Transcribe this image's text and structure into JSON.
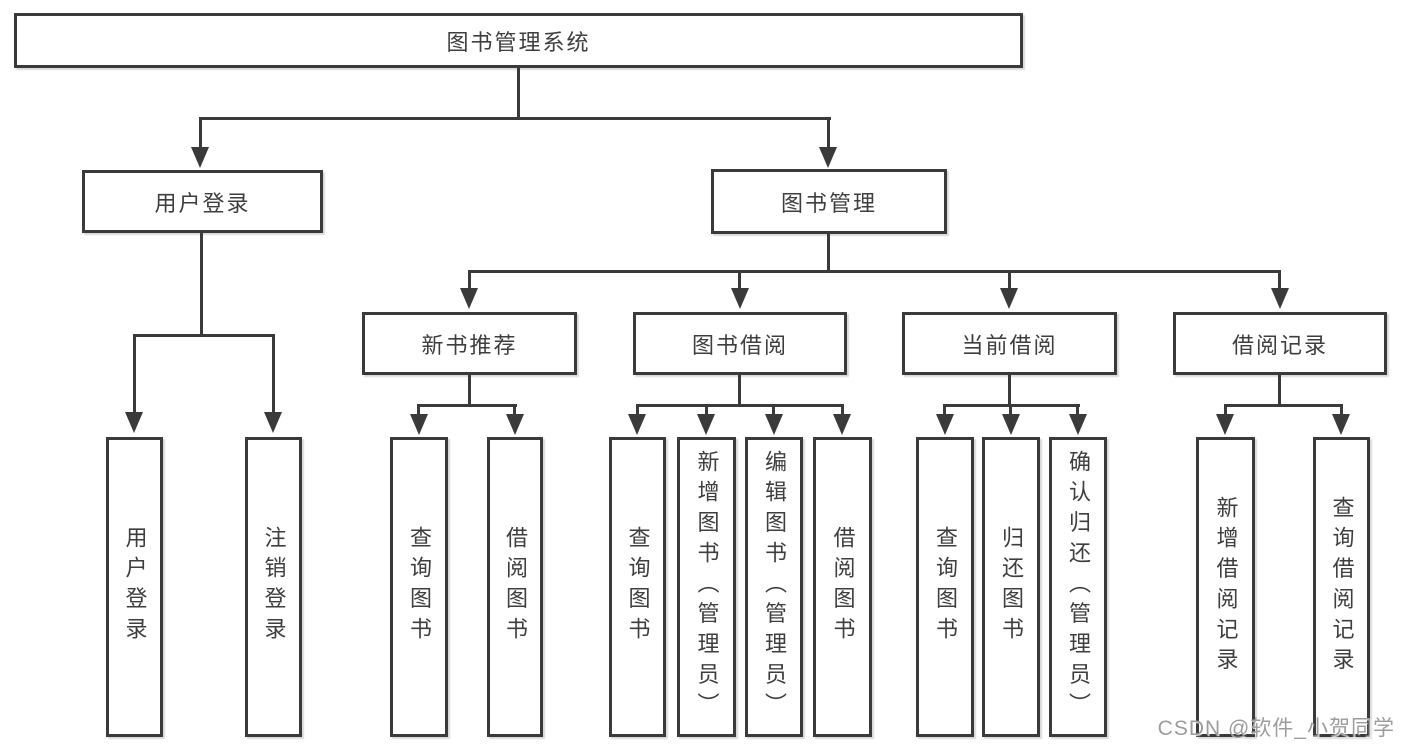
{
  "diagram": {
    "root": {
      "label": "图书管理系统"
    },
    "level2": [
      {
        "label": "用户登录"
      },
      {
        "label": "图书管理"
      }
    ],
    "level3": [
      {
        "label": "新书推荐"
      },
      {
        "label": "图书借阅"
      },
      {
        "label": "当前借阅"
      },
      {
        "label": "借阅记录"
      }
    ],
    "leaves": {
      "user_login": [
        {
          "label": "用户登录"
        },
        {
          "label": "注销登录"
        }
      ],
      "new_book_recommend": [
        {
          "label": "查询图书"
        },
        {
          "label": "借阅图书"
        }
      ],
      "book_borrow": [
        {
          "label": "查询图书"
        },
        {
          "label": "新增图书（管理员）"
        },
        {
          "label": "编辑图书（管理员）"
        },
        {
          "label": "借阅图书"
        }
      ],
      "current_borrow": [
        {
          "label": "查询图书"
        },
        {
          "label": "归还图书"
        },
        {
          "label": "确认归还（管理员）"
        }
      ],
      "borrow_records": [
        {
          "label": "新增借阅记录"
        },
        {
          "label": "查询借阅记录"
        }
      ]
    }
  },
  "watermark": {
    "text": "CSDN @软件_小贺同学"
  },
  "colors": {
    "line": "#3a3a3a",
    "text": "#3e3e3e",
    "watermark": "#9c9c9c",
    "background": "#ffffff"
  }
}
